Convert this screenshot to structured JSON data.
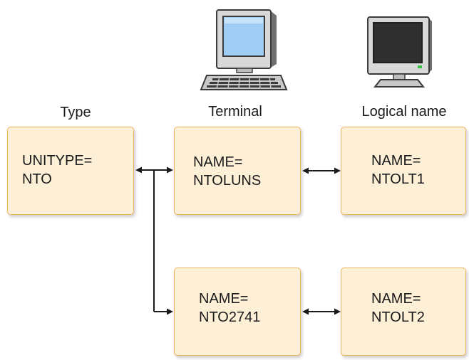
{
  "headers": {
    "type": "Type",
    "terminal": "Terminal",
    "logical_name": "Logical name"
  },
  "nodes": {
    "type": [
      "UNITYPE=",
      "NTO"
    ],
    "terminal_1": [
      "NAME=",
      "NTOLUNS"
    ],
    "terminal_2": [
      "NAME=",
      "NTO2741"
    ],
    "logical_1": [
      "NAME=",
      "NTOLT1"
    ],
    "logical_2": [
      "NAME=",
      "NTOLT2"
    ]
  },
  "colors": {
    "node_fill": "#fdf0d7",
    "node_border": "#f0b45a",
    "connector": "#1a1a1a"
  },
  "icons": [
    "terminal-computer-icon",
    "terminal-monitor-icon"
  ]
}
